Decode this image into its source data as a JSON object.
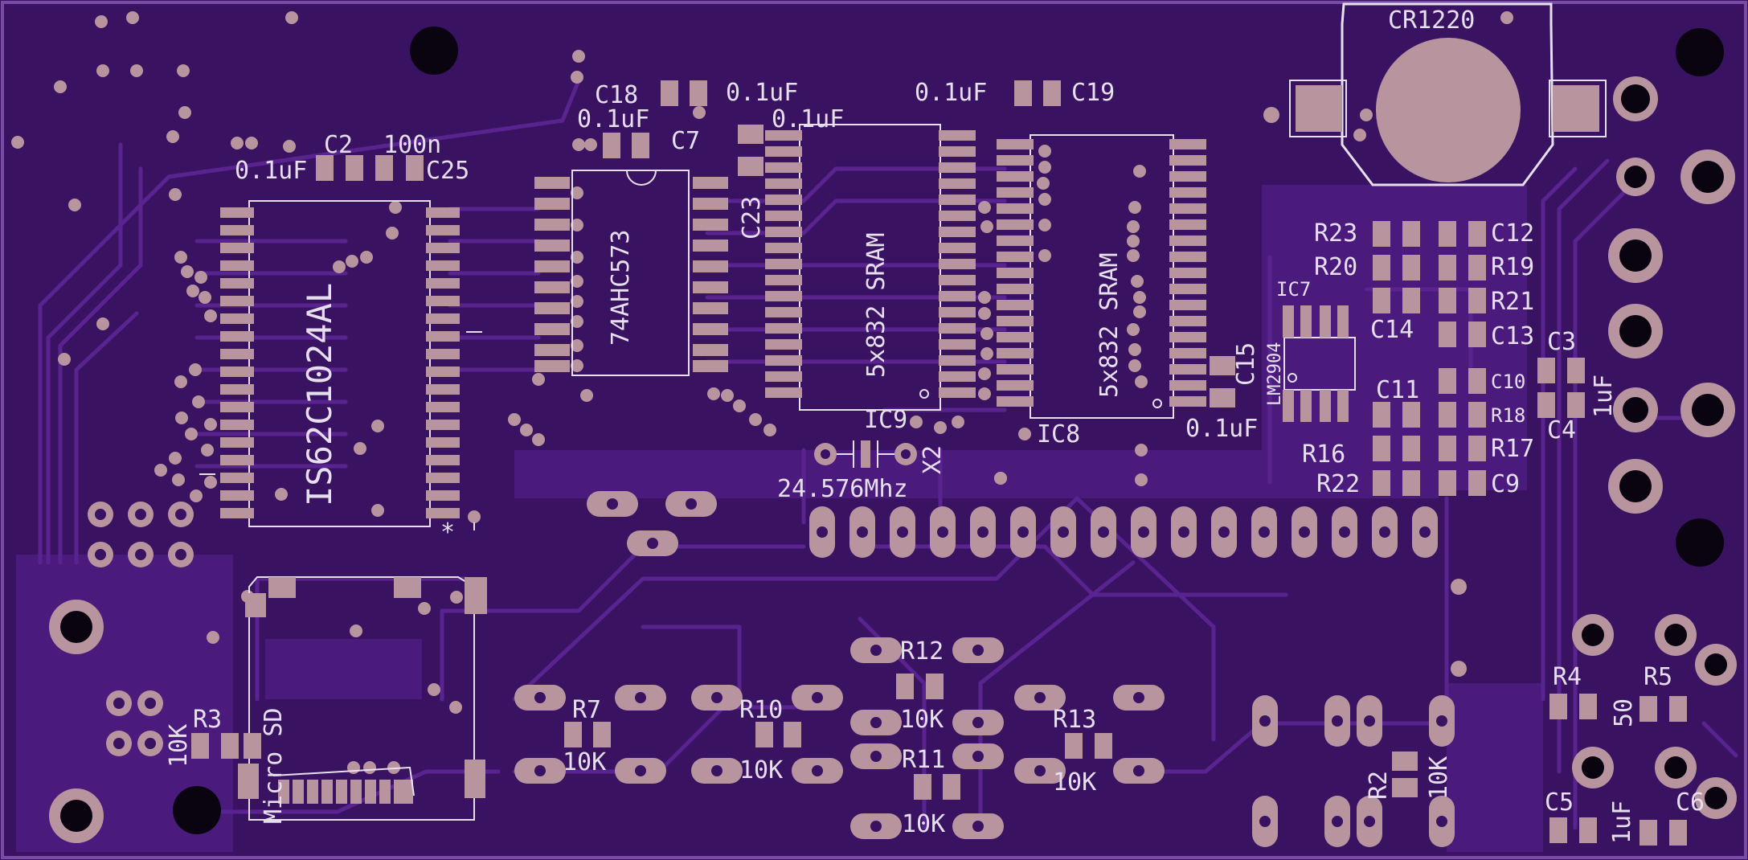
{
  "board": {
    "colors": {
      "substrate": "#3a1262",
      "copper_pour": "#4b1a7d",
      "trace": "#5a2490",
      "pad": "#b8949e",
      "silkscreen": "#e6e0ee",
      "hole": "#0a0410"
    },
    "labels": {
      "cr1220": "CR1220",
      "c18": "C18",
      "c18_val": "0.1uF",
      "c19_val": "0.1uF",
      "c19": "C19",
      "c7_val": "0.1uF",
      "c7": "C7",
      "c23_top_val": "0.1uF",
      "c2": "C2",
      "c2_val": "0.1uF",
      "c25_val": "100n",
      "c25": "C25",
      "ic_74ahc573": "74AHC573",
      "c23": "C23",
      "sram1": "5x832 SRAM",
      "sram2": "5x832 SRAM",
      "is62c1024al": "IS62C1024AL",
      "r23": "R23",
      "c12": "C12",
      "r20": "R20",
      "r19": "R19",
      "ic7": "IC7",
      "c14": "C14",
      "r21": "R21",
      "c13": "C13",
      "lm2904": "LM2904",
      "c15": "C15",
      "c15_val": "0.1uF",
      "c3": "C3",
      "c3c4_val": "1uF",
      "c4": "C4",
      "c11": "C11",
      "c10": "C10",
      "r18": "R18",
      "r16": "R16",
      "r17": "R17",
      "r22": "R22",
      "c9": "C9",
      "ic9": "IC9",
      "x2": "X2",
      "ic8": "IC8",
      "crystal_freq": "24.576Mhz",
      "asterisk": "*",
      "micro_sd": "Micro SD",
      "r3": "R3",
      "r3_val": "10K",
      "r7": "R7",
      "r7_val": "10K",
      "r10": "R10",
      "r10_val": "10K",
      "r12": "R12",
      "r12_val": "10K",
      "r11": "R11",
      "r11_val": "10K",
      "r13": "R13",
      "r13_val": "10K",
      "r2": "R2",
      "r2_val": "10K",
      "r4": "R4",
      "r5": "R5",
      "r5_val": "50",
      "c5": "C5",
      "c5c6_val": "1uF",
      "c6": "C6"
    }
  }
}
